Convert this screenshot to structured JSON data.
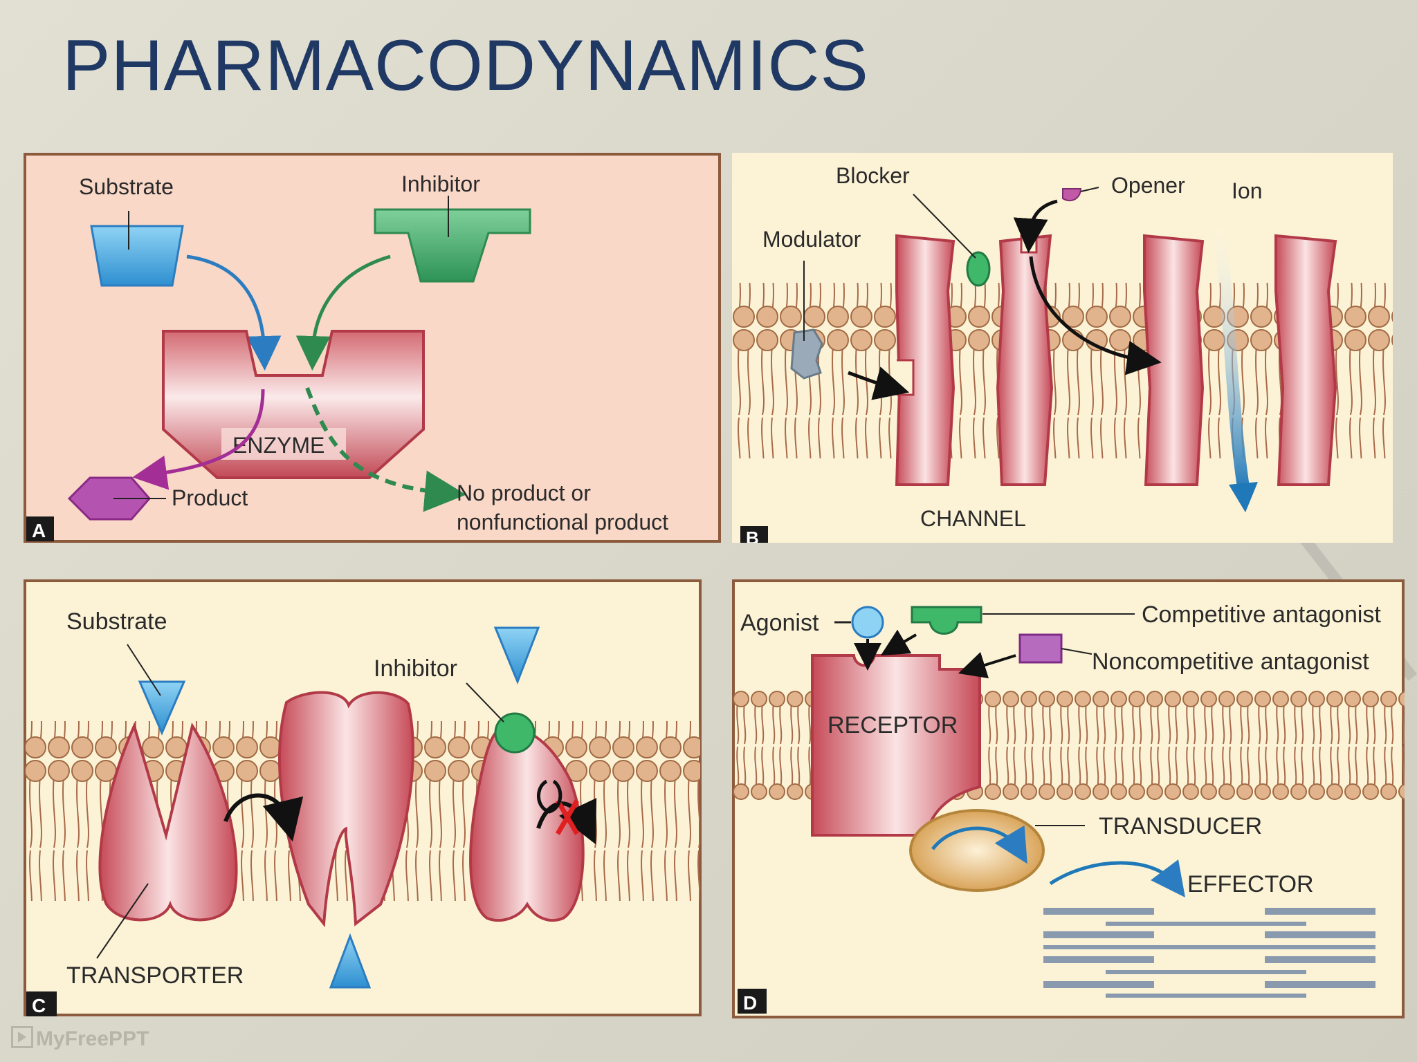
{
  "slide": {
    "title": "PHARMACODYNAMICS",
    "footer": "MyFreePPT"
  },
  "colors": {
    "title": "#1f3864",
    "protein": "#c9545e",
    "lipid_head": "#d9a77b",
    "substrate": "#45a8e0",
    "inhibitor": "#3a9e5b",
    "purple": "#9b3a97",
    "panel_bg_a": "#f9d8c8",
    "panel_bg_bcd": "#fcf3d6"
  },
  "panel_a": {
    "letter": "A",
    "substrate": "Substrate",
    "inhibitor": "Inhibitor",
    "enzyme": "ENZYME",
    "product": "Product",
    "no_product_1": "No product or",
    "no_product_2": "nonfunctional product"
  },
  "panel_b": {
    "letter": "B",
    "blocker": "Blocker",
    "opener": "Opener",
    "ion": "Ion",
    "modulator": "Modulator",
    "channel": "CHANNEL"
  },
  "panel_c": {
    "letter": "C",
    "substrate": "Substrate",
    "inhibitor": "Inhibitor",
    "transporter": "TRANSPORTER"
  },
  "panel_d": {
    "letter": "D",
    "agonist": "Agonist",
    "competitive": "Competitive antagonist",
    "noncompetitive": "Noncompetitive antagonist",
    "receptor": "RECEPTOR",
    "transducer": "TRANSDUCER",
    "effector": "EFFECTOR"
  }
}
